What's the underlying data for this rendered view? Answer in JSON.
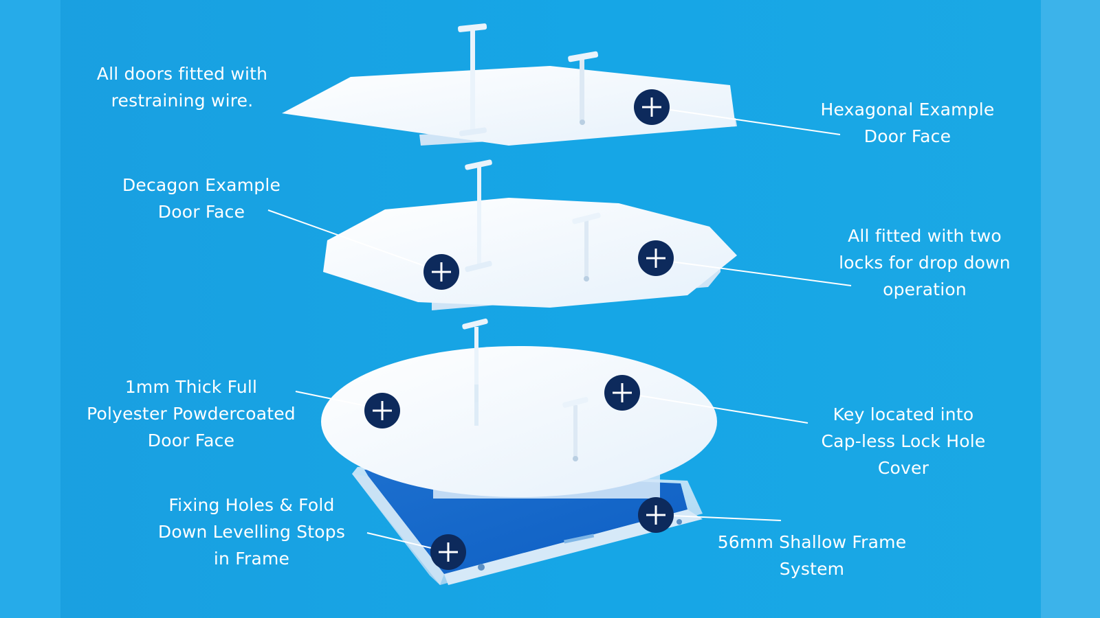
{
  "labels": {
    "restraining_wire": {
      "line1": "All doors fitted with",
      "line2": "restraining wire."
    },
    "hexagonal": {
      "line1": "Hexagonal Example",
      "line2": "Door Face"
    },
    "decagon": {
      "line1": "Decagon Example",
      "line2": "Door Face"
    },
    "two_locks": {
      "line1": "All fitted with two",
      "line2": "locks for drop down",
      "line3": "operation"
    },
    "powdercoated": {
      "line1": "1mm Thick Full",
      "line2": "Polyester Powdercoated",
      "line3": "Door Face"
    },
    "key_located": {
      "line1": "Key located into",
      "line2": "Cap-less Lock Hole",
      "line3": "Cover"
    },
    "fixing_holes": {
      "line1": "Fixing Holes & Fold",
      "line2": "Down Levelling Stops",
      "line3": "in Frame"
    },
    "shallow_frame": {
      "line1": "56mm Shallow Frame",
      "line2": "System"
    }
  },
  "hotspot_icon": "plus-circle-icon",
  "colors": {
    "background": "#1aa3e4",
    "hotspot_fill": "#0d2a5c",
    "panel": "#f2f7fc",
    "label_text": "#ffffff"
  }
}
